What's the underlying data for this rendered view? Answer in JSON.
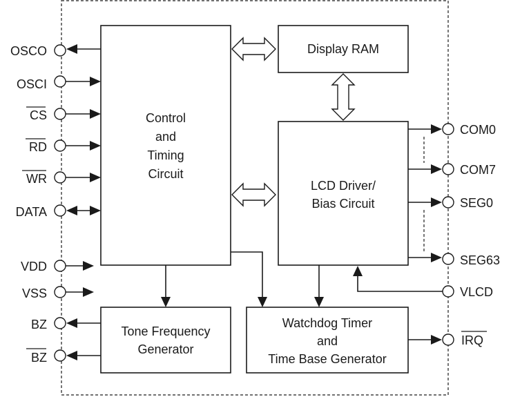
{
  "blocks": {
    "control": [
      "Control",
      "and",
      "Timing",
      "Circuit"
    ],
    "display_ram": "Display RAM",
    "lcd_driver": [
      "LCD Driver/",
      "Bias Circuit"
    ],
    "tone_generator": [
      "Tone Frequency",
      "Generator"
    ],
    "watchdog": [
      "Watchdog Timer",
      "and",
      "Time Base Generator"
    ]
  },
  "pins_left": {
    "osco": "OSCO",
    "osci": "OSCI",
    "cs": "CS",
    "rd": "RD",
    "wr": "WR",
    "data": "DATA",
    "vdd": "VDD",
    "vss": "VSS",
    "bz": "BZ",
    "bz_bar": "BZ"
  },
  "pins_right": {
    "com0": "COM0",
    "com7": "COM7",
    "seg0": "SEG0",
    "seg63": "SEG63",
    "vlcd": "VLCD",
    "irq": "IRQ"
  }
}
